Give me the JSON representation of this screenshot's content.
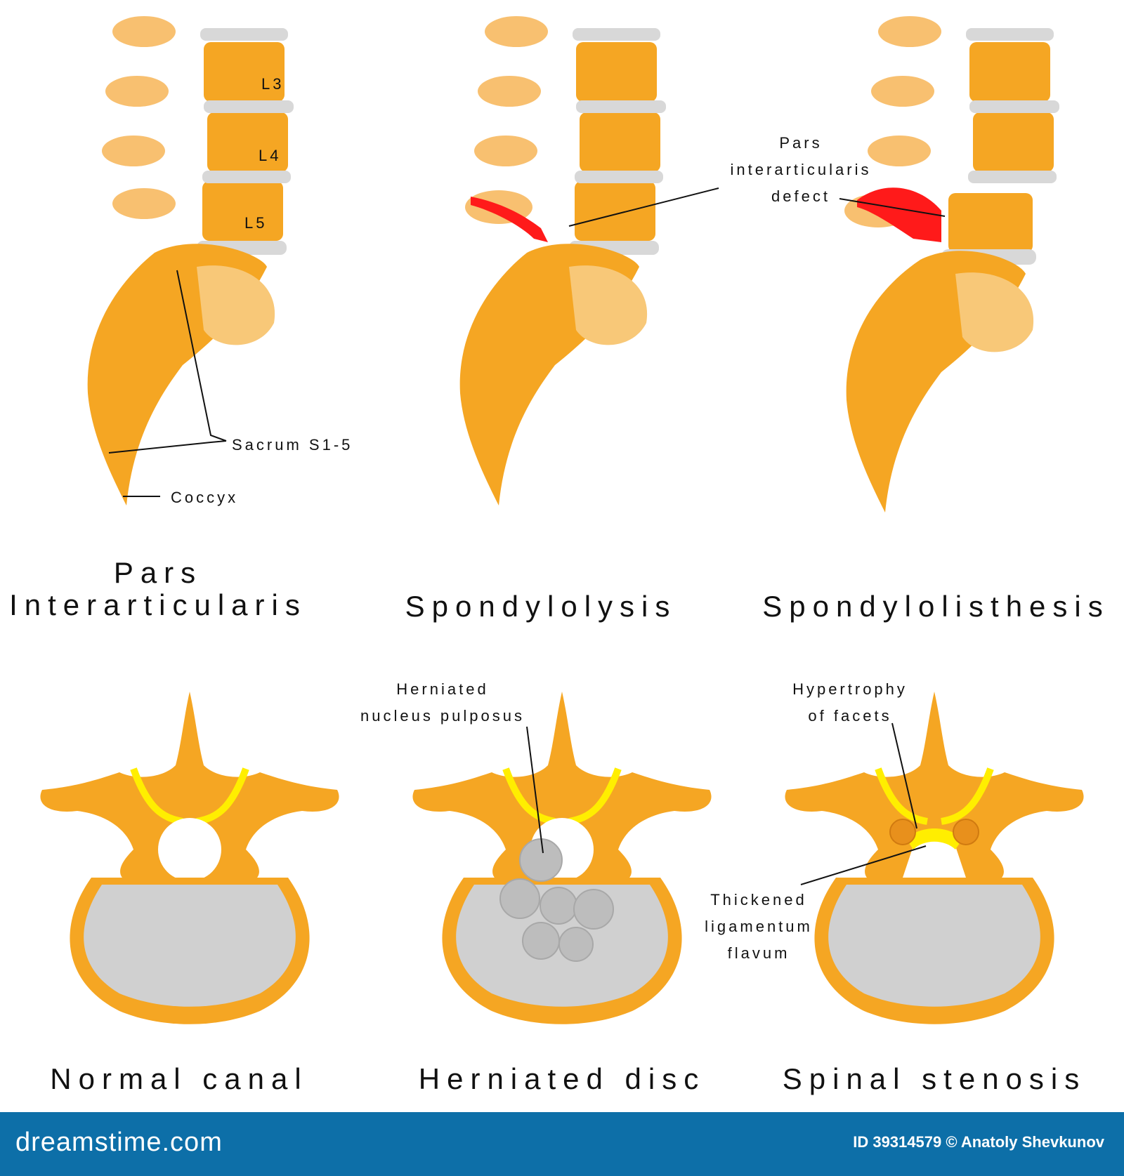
{
  "labels": {
    "l3": "L3",
    "l4": "L4",
    "l5": "L5",
    "sacrum": "Sacrum S1-5",
    "coccyx": "Coccyx",
    "pars_defect": [
      "Pars",
      "interarticularis",
      "defect"
    ],
    "herniated_nucleus": [
      "Herniated",
      "nucleus pulposus"
    ],
    "hypertrophy": [
      "Hypertrophy",
      "of facets"
    ],
    "thickened": [
      "Thickened",
      "ligamentum",
      "flavum"
    ]
  },
  "titles": {
    "pars": [
      "Pars",
      "Interarticularis"
    ],
    "spondylolysis": "Spondylolysis",
    "spondylolisthesis": "Spondylolisthesis",
    "normal": "Normal canal",
    "herniated": "Herniated disc",
    "stenosis": "Spinal stenosis"
  },
  "footer": {
    "brand": "dreamstime.com",
    "credit": "ID 39314579 © Anatoly Shevkunov"
  },
  "colors": {
    "bone": "#f5a623",
    "bone_light": "#f8c878",
    "bone_dark": "#e08a1a",
    "disc": "#d0d0d0",
    "ligament": "#ffee00",
    "defect": "#ff1a1a",
    "footer": "#0d6fa8"
  }
}
